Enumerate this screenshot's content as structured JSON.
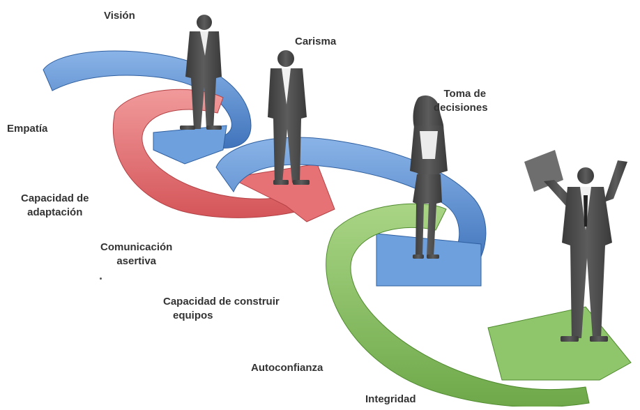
{
  "labels": {
    "vision": "Visión",
    "carisma": "Carisma",
    "toma_de_decisiones_1": "Toma de",
    "toma_de_decisiones_2": "decisiones",
    "empatia": "Empatía",
    "capacidad_adaptacion_1": "Capacidad de",
    "capacidad_adaptacion_2": "adaptación",
    "comunicacion_asertiva_1": "Comunicación",
    "comunicacion_asertiva_2": "asertiva",
    "capacidad_equipos_1": "Capacidad de construir",
    "capacidad_equipos_2": "equipos",
    "autoconfianza": "Autoconfianza",
    "integridad": "Integridad"
  },
  "colors": {
    "blue_arrow": "#5b8fd2",
    "red_arrow": "#e5767a",
    "green_arrow": "#8cc068",
    "silhouette": "#4a4a4a",
    "text": "#333333"
  }
}
